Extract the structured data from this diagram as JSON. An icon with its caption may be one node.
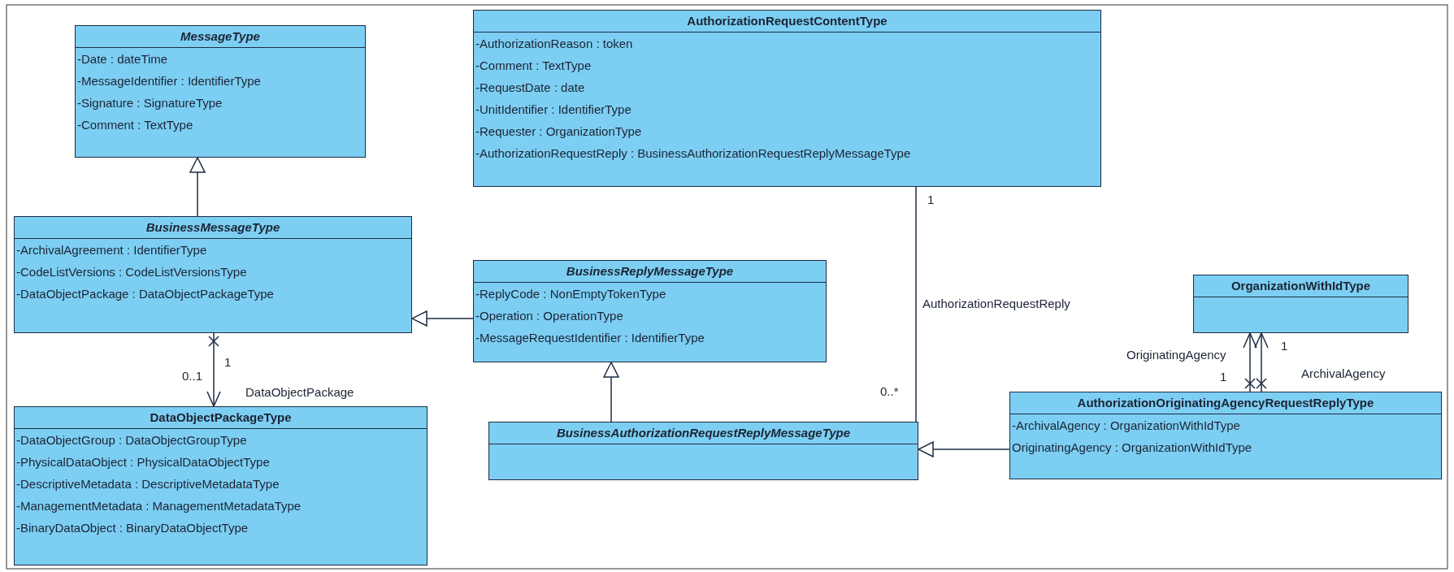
{
  "diagram": {
    "nodes": [
      {
        "text": [
          "MessageType",
          "-Date : dateTime",
          "-MessageIdentifier : IdentifierType",
          "-Signature : SignatureType",
          "-Comment : TextType"
        ]
      },
      {
        "text": [
          "AuthorizationRequestContentType",
          "-AuthorizationReason : token",
          "-Comment : TextType",
          "-RequestDate : date",
          "-UnitIdentifier : IdentifierType",
          "-Requester : OrganizationType",
          "-AuthorizationRequestReply : BusinessAuthorizationRequestReplyMessageType"
        ]
      },
      {
        "text": [
          "BusinessMessageType",
          "-ArchivalAgreement : IdentifierType",
          "-CodeListVersions : CodeListVersionsType",
          "-DataObjectPackage : DataObjectPackageType"
        ]
      },
      {
        "text": [
          "BusinessReplyMessageType",
          "-ReplyCode : NonEmptyTokenType",
          "-Operation : OperationType",
          "-MessageRequestIdentifier : IdentifierType"
        ]
      },
      {
        "text": [
          "OrganizationWithIdType"
        ]
      },
      {
        "text": [
          "DataObjectPackageType",
          "-DataObjectGroup : DataObjectGroupType",
          "-PhysicalDataObject : PhysicalDataObjectType",
          "-DescriptiveMetadata : DescriptiveMetadataType",
          "-ManagementMetadata : ManagementMetadataType",
          "-BinaryDataObject : BinaryDataObjectType"
        ]
      },
      {
        "text": [
          "BusinessAuthorizationRequestReplyMessageType"
        ]
      },
      {
        "text": [
          "AuthorizationOriginatingAgencyRequestReplyType",
          "-ArchivalAgency : OrganizationWithIdType",
          "OriginatingAgency : OrganizationWithIdType"
        ]
      }
    ],
    "edges": [
      {
        "from": 2,
        "to": 0,
        "arrow": "to"
      },
      {
        "from": 3,
        "to": 2,
        "arrow": "to"
      },
      {
        "from": 6,
        "to": 3,
        "arrow": "to"
      },
      {
        "from": 7,
        "to": 6,
        "arrow": "to"
      },
      {
        "from": 2,
        "to": 5,
        "arrow": "to",
        "label": "DataObjectPackage"
      },
      {
        "from": 1,
        "to": 6,
        "arrow": "none",
        "label": "AuthorizationRequestReply"
      },
      {
        "from": 7,
        "to": 4,
        "arrow": "to",
        "label": "OriginatingAgency"
      },
      {
        "from": 7,
        "to": 4,
        "arrow": "to",
        "label": "ArchivalAgency"
      }
    ],
    "labels": [
      "1",
      "1",
      "1",
      "1",
      "0..1",
      "0..*"
    ]
  }
}
